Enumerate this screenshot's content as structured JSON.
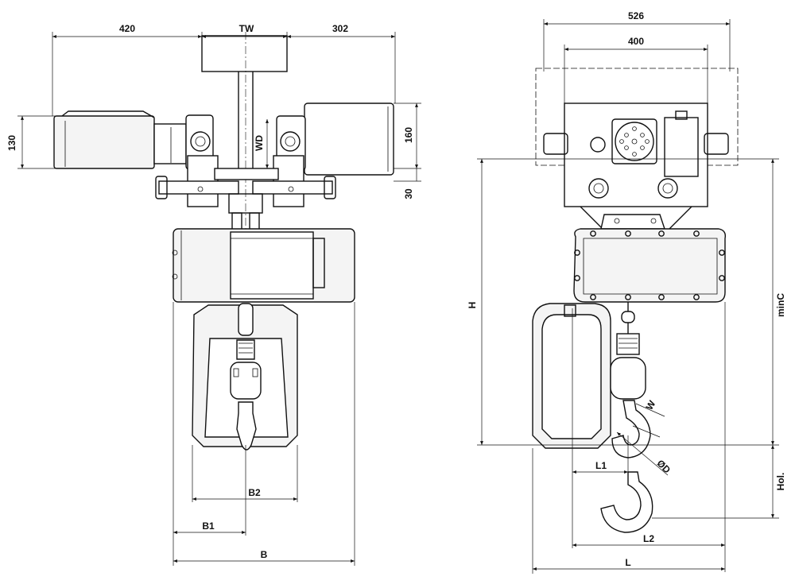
{
  "labels": {
    "dim_420": "420",
    "dim_tw": "TW",
    "dim_302": "302",
    "dim_130": "130",
    "dim_wd": "WD",
    "dim_160": "160",
    "dim_30": "30",
    "dim_b2": "B2",
    "dim_b1": "B1",
    "dim_b": "B",
    "dim_526": "526",
    "dim_400": "400",
    "dim_h": "H",
    "dim_minc": "minC",
    "dim_w": "W",
    "dim_l1": "L1",
    "dim_od": "ØD",
    "dim_hol": "Hol.",
    "dim_l2": "L2",
    "dim_l": "L"
  }
}
